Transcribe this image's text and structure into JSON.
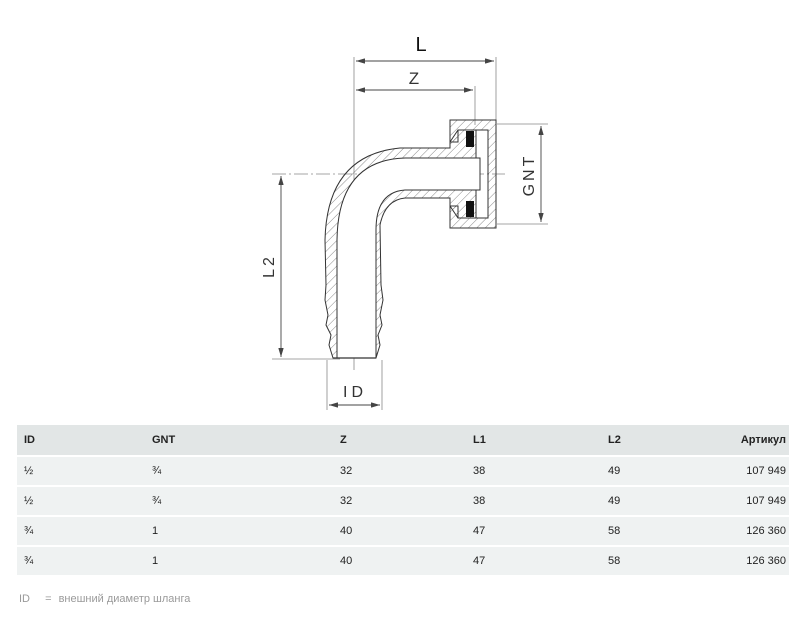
{
  "drawing": {
    "labels": {
      "L": "L",
      "Z": "Z",
      "GNT": "GNT",
      "L2": "L2",
      "ID": "ID"
    }
  },
  "table": {
    "headers": [
      "ID",
      "GNT",
      "Z",
      "L1",
      "L2",
      "Артикул"
    ],
    "rows": [
      [
        "½",
        "¾",
        "32",
        "38",
        "49",
        "107 949"
      ],
      [
        "½",
        "¾",
        "32",
        "38",
        "49",
        "107 949"
      ],
      [
        "¾",
        "1",
        "40",
        "47",
        "58",
        "126 360"
      ],
      [
        "¾",
        "1",
        "40",
        "47",
        "58",
        "126 360"
      ]
    ]
  },
  "footnote": {
    "key": "ID",
    "eq": "=",
    "text": "внешний диаметр шланга"
  }
}
